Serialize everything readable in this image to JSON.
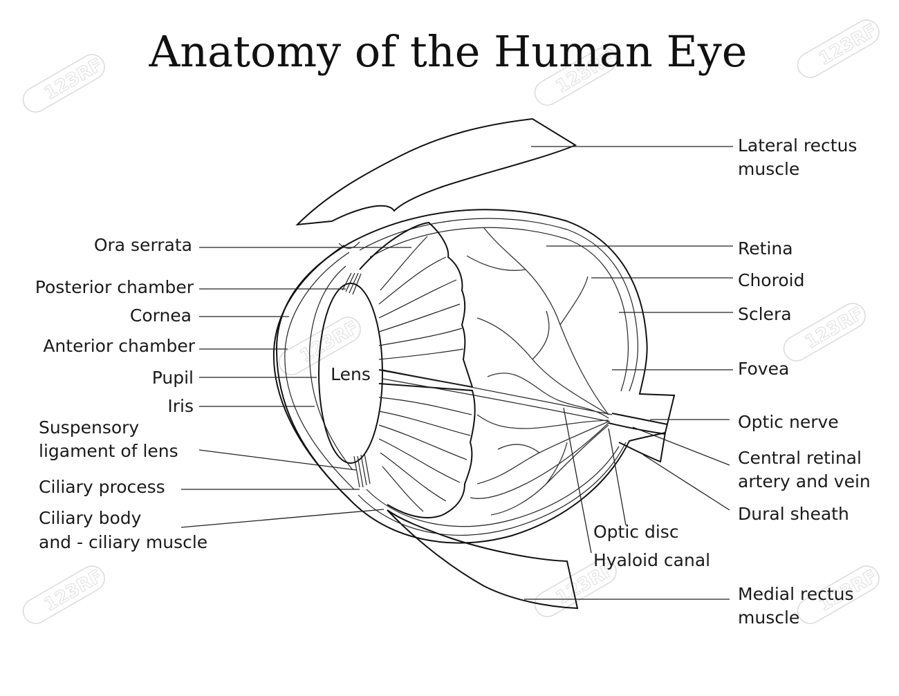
{
  "title": "Anatomy of the Human Eye",
  "watermark": "123RF",
  "lens_label": "Lens",
  "labels": {
    "lateral_rectus_1": "Lateral rectus",
    "lateral_rectus_2": "muscle",
    "ora_serrata": "Ora serrata",
    "posterior_chamber": "Posterior chamber",
    "cornea": "Cornea",
    "anterior_chamber": "Anterior chamber",
    "pupil": "Pupil",
    "iris": "Iris",
    "suspensory_1": "Suspensory",
    "suspensory_2": "ligament of lens",
    "ciliary_process": "Ciliary process",
    "ciliary_body_1": "Ciliary body",
    "ciliary_body_2": "and - ciliary muscle",
    "retina": "Retina",
    "choroid": "Choroid",
    "sclera": "Sclera",
    "fovea": "Fovea",
    "optic_nerve": "Optic nerve",
    "central_retinal_1": "Central retinal",
    "central_retinal_2": "artery and vein",
    "dural_sheath": "Dural sheath",
    "optic_disc": "Optic disc",
    "hyaloid_canal": "Hyaloid canal",
    "medial_rectus_1": "Medial rectus",
    "medial_rectus_2": "muscle"
  }
}
